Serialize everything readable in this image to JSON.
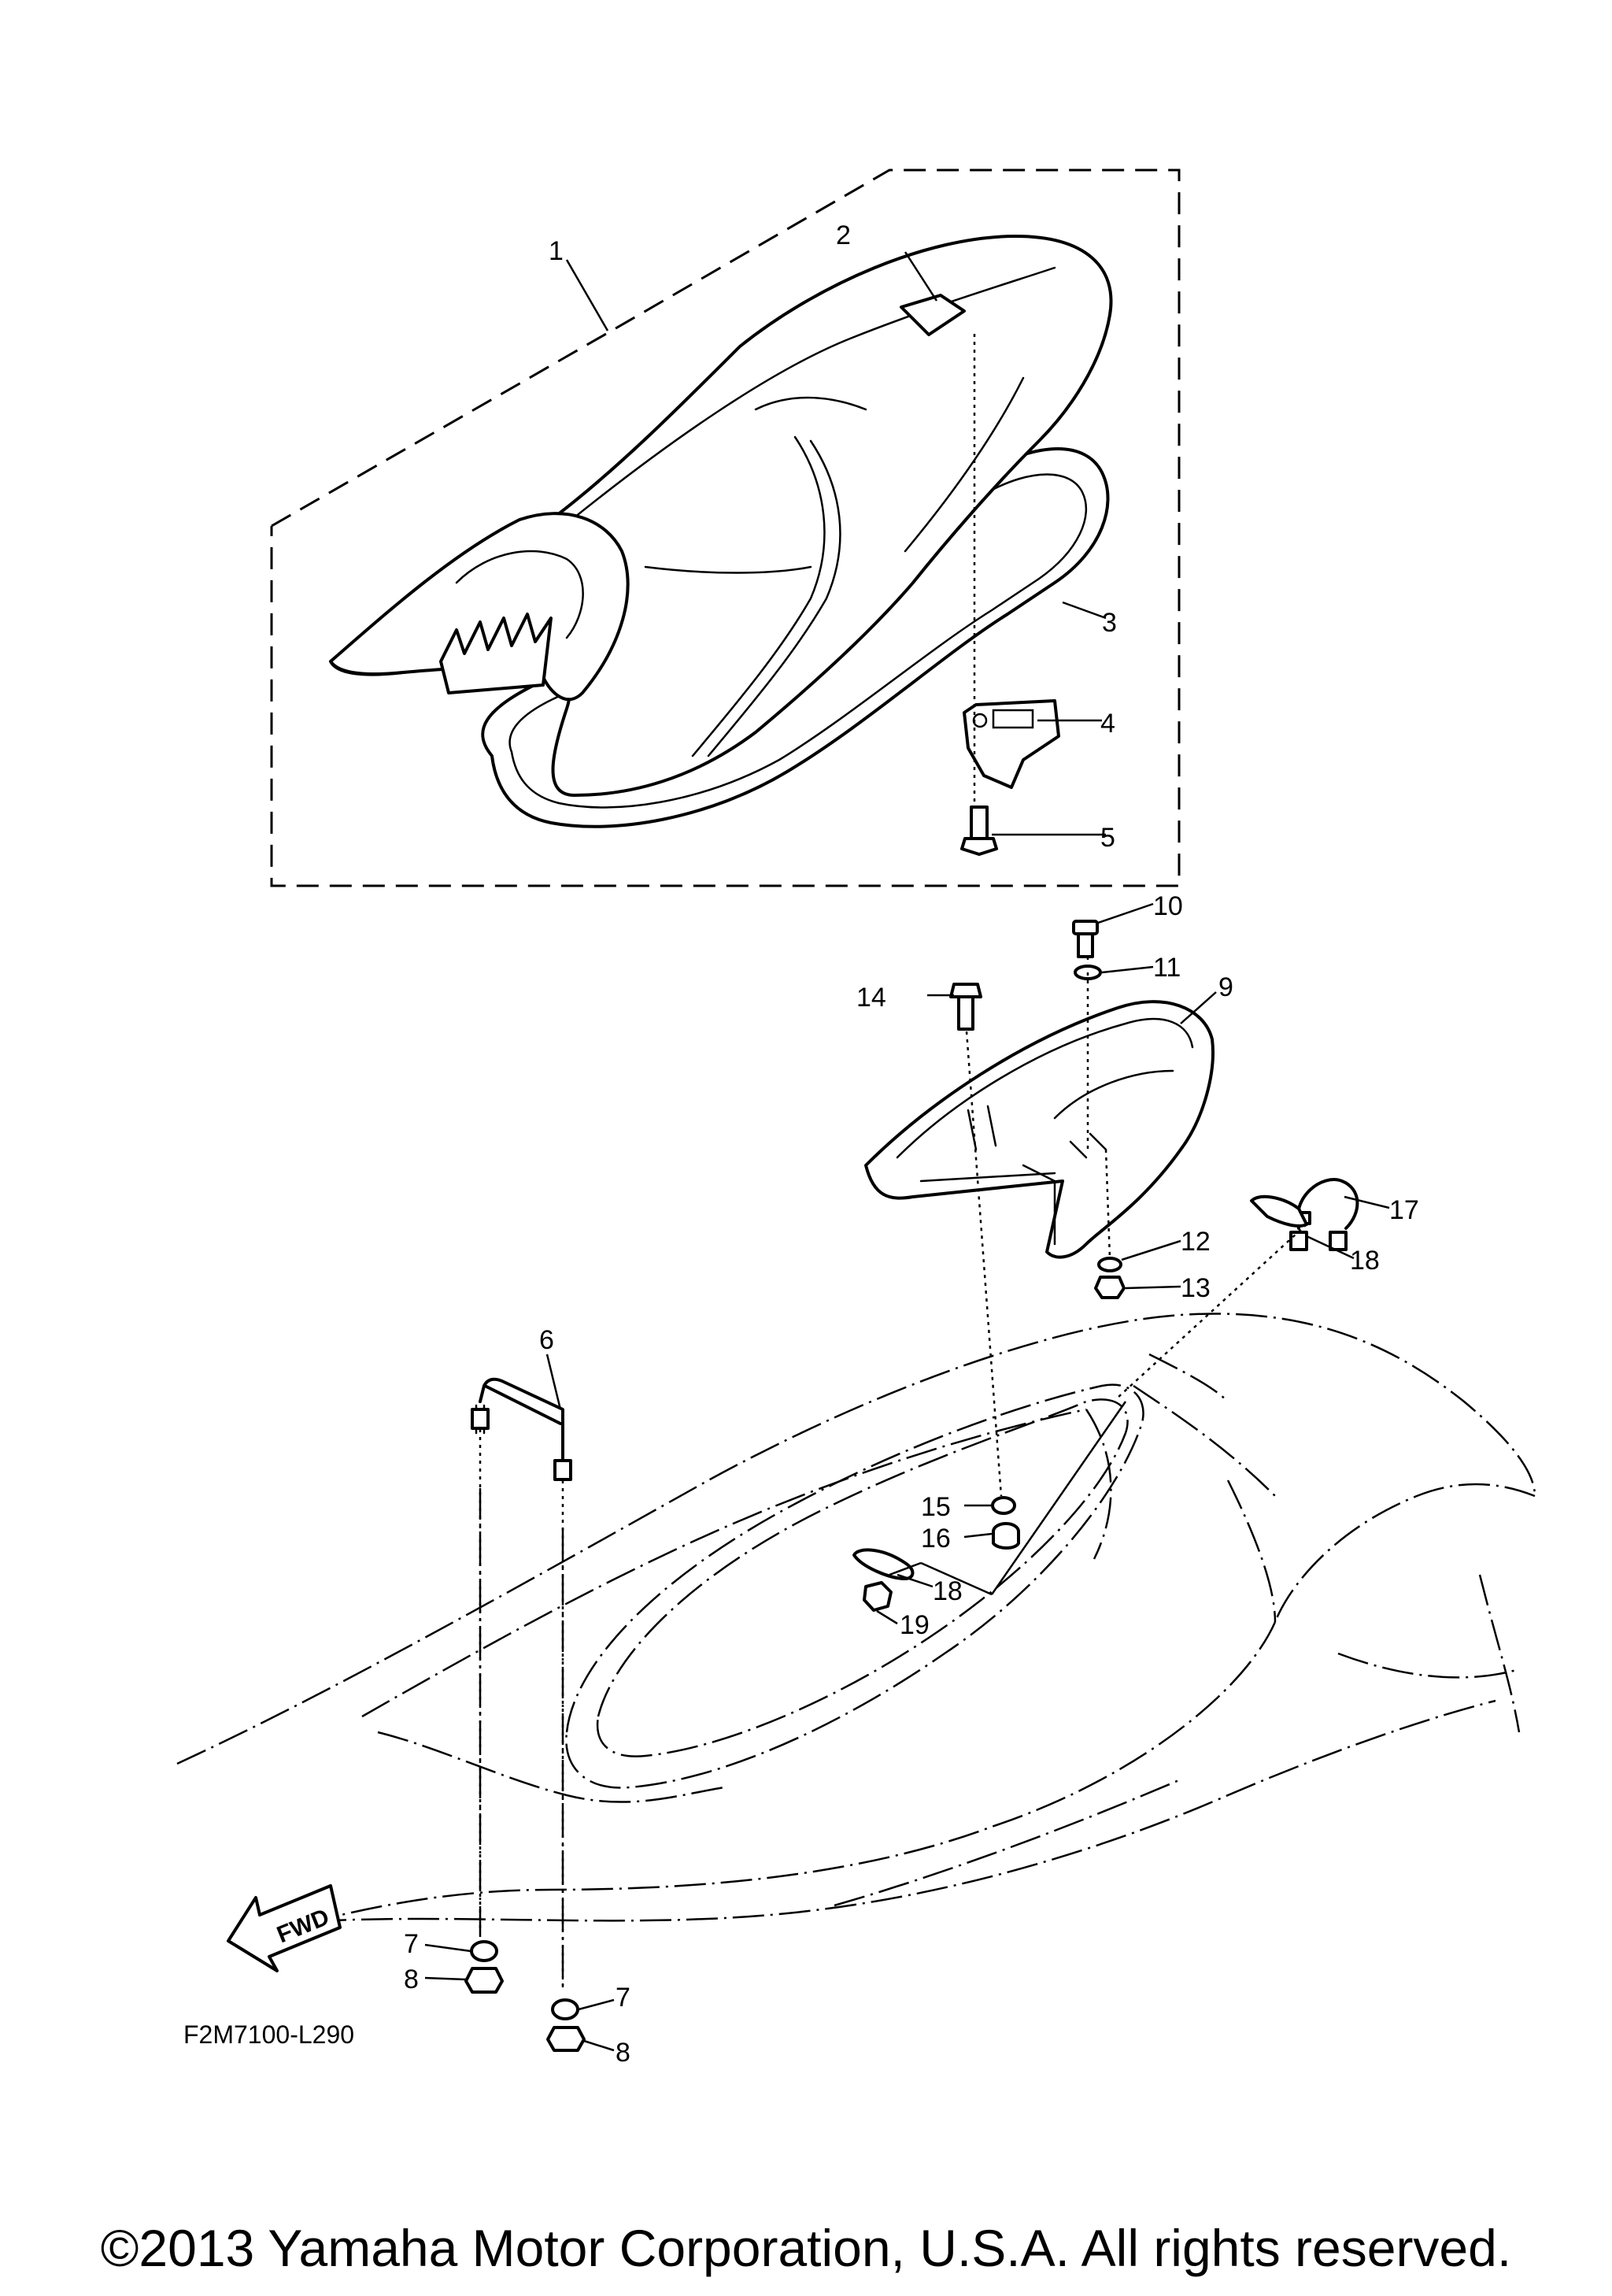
{
  "diagram": {
    "code": "F2M7100-L290",
    "fwd_label": "FWD",
    "copyright": "©2013 Yamaha Motor Corporation, U.S.A. All rights reserved.",
    "callouts": [
      "1",
      "2",
      "3",
      "4",
      "5",
      "6",
      "7",
      "8",
      "9",
      "10",
      "11",
      "12",
      "13",
      "14",
      "15",
      "16",
      "17",
      "18",
      "19"
    ],
    "icons": [
      "fwd-arrow-icon"
    ]
  }
}
